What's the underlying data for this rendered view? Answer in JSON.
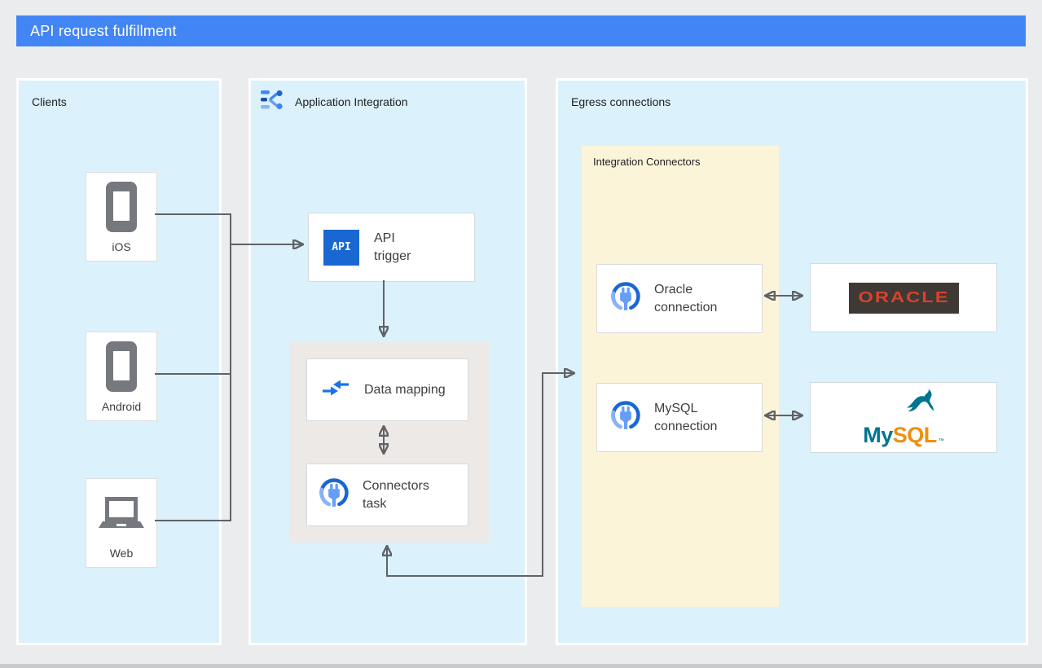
{
  "banner": {
    "title": "API request fulfillment"
  },
  "panels": {
    "clients": {
      "label": "Clients"
    },
    "app_integration": {
      "label": "Application Integration"
    },
    "egress": {
      "label": "Egress connections"
    },
    "integration_connectors": {
      "label": "Integration Connectors"
    }
  },
  "clients": {
    "ios": {
      "label": "iOS"
    },
    "android": {
      "label": "Android"
    },
    "web": {
      "label": "Web"
    }
  },
  "nodes": {
    "api_trigger": {
      "icon_text": "API",
      "line1": "API",
      "line2": "trigger"
    },
    "data_mapping": {
      "label": "Data mapping"
    },
    "connectors_task": {
      "line1": "Connectors",
      "line2": "task"
    },
    "oracle_connection": {
      "line1": "Oracle",
      "line2": "connection"
    },
    "mysql_connection": {
      "line1": "MySQL",
      "line2": "connection"
    }
  },
  "logos": {
    "oracle": {
      "text": "ORACLE"
    },
    "mysql": {
      "my": "My",
      "sql": "SQL",
      "tm": "™"
    }
  },
  "colors": {
    "banner_bg": "#4285F4",
    "panel_blue": "#DBF1FB",
    "panel_yellow": "#FCF4D9",
    "panel_gray": "#EDE9E7",
    "arrow_gray": "#5F6368",
    "api_icon_bg": "#1967D2",
    "connector_icon_blue": "#669DF6",
    "oracle_red": "#D8422C",
    "oracle_plate_bg": "#3E3935",
    "mysql_teal": "#00758F",
    "mysql_orange": "#EE8F0D",
    "device_icon_gray": "#75797E"
  }
}
